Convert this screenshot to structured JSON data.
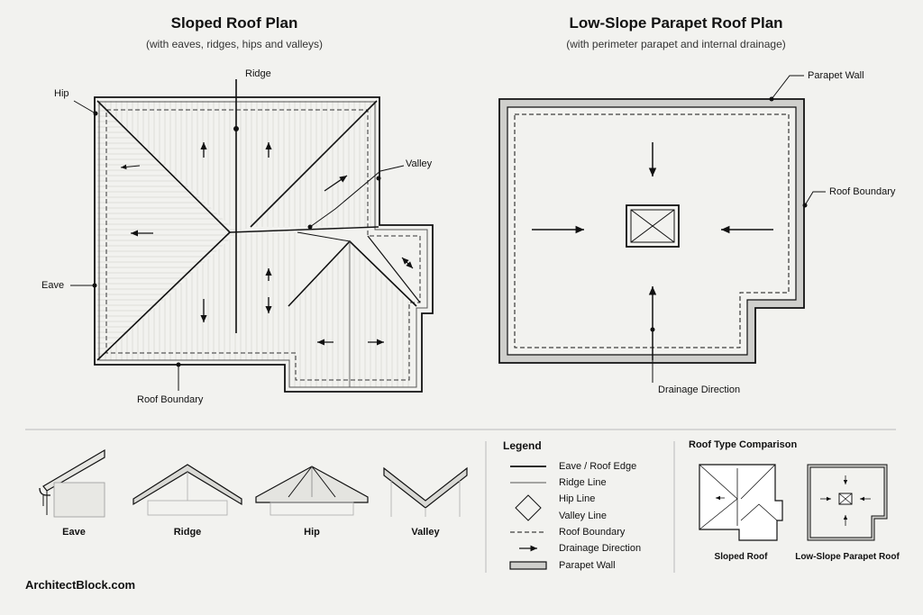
{
  "sloped": {
    "title": "Sloped Roof Plan",
    "subtitle": "(with eaves, ridges, hips and valleys)",
    "labels": {
      "ridge": "Ridge",
      "hip": "Hip",
      "valley": "Valley",
      "eave": "Eave",
      "roof_boundary": "Roof Boundary"
    }
  },
  "parapet": {
    "title": "Low-Slope Parapet Roof Plan",
    "subtitle": "(with perimeter parapet and internal drainage)",
    "labels": {
      "parapet_wall": "Parapet Wall",
      "roof_boundary": "Roof Boundary",
      "drainage_direction": "Drainage Direction"
    }
  },
  "details": [
    "Eave",
    "Ridge",
    "Hip",
    "Valley"
  ],
  "legend": {
    "title": "Legend",
    "items": [
      "Eave / Roof Edge",
      "Ridge Line",
      "Hip Line",
      "Valley Line",
      "Roof Boundary",
      "Drainage Direction",
      "Parapet Wall"
    ]
  },
  "comparison": {
    "title": "Roof Type Comparison",
    "sloped": "Sloped Roof",
    "parapet": "Low-Slope Parapet Roof"
  },
  "brand": "ArchitectBlock.com",
  "colors": {
    "line": "#111111",
    "parapet_fill": "#cfcfcc",
    "background": "#f2f2ef"
  }
}
